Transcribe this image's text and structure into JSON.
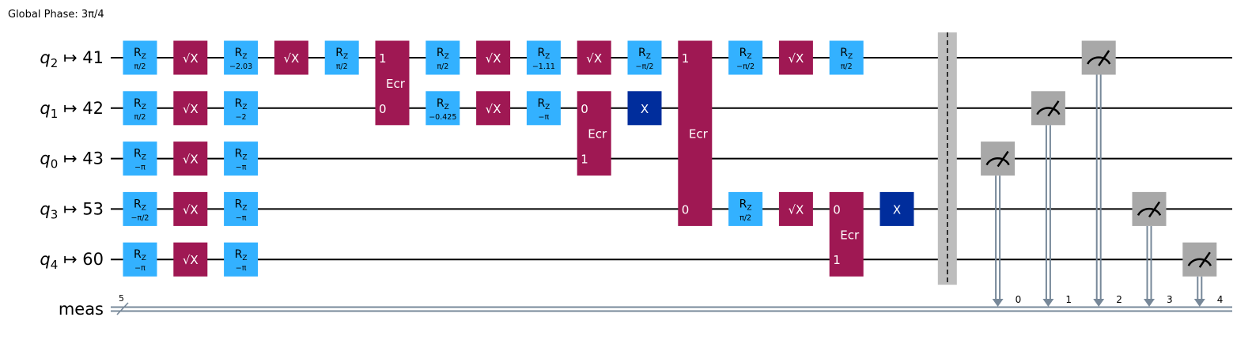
{
  "global_phase": "Global Phase: 3π/4",
  "colors": {
    "rz": "#33b1ff",
    "sx": "#9f1853",
    "ecr": "#9f1853",
    "x": "#002d9c",
    "measure": "#a8a8a8",
    "classical": "#778899",
    "barrier": "#bdbdbd",
    "wire": "#000000"
  },
  "qubits": [
    {
      "name": "q",
      "index": "2",
      "physical": "41"
    },
    {
      "name": "q",
      "index": "1",
      "physical": "42"
    },
    {
      "name": "q",
      "index": "0",
      "physical": "43"
    },
    {
      "name": "q",
      "index": "3",
      "physical": "53"
    },
    {
      "name": "q",
      "index": "4",
      "physical": "60"
    }
  ],
  "classical_register": {
    "name": "meas",
    "width": "5"
  },
  "gates": [
    {
      "type": "rz",
      "col": 0,
      "qubit": 0,
      "param": "π/2"
    },
    {
      "type": "rz",
      "col": 0,
      "qubit": 1,
      "param": "π/2"
    },
    {
      "type": "rz",
      "col": 0,
      "qubit": 2,
      "param": "−π"
    },
    {
      "type": "rz",
      "col": 0,
      "qubit": 3,
      "param": "−π/2"
    },
    {
      "type": "rz",
      "col": 0,
      "qubit": 4,
      "param": "−π"
    },
    {
      "type": "sx",
      "col": 1,
      "qubit": 0
    },
    {
      "type": "sx",
      "col": 1,
      "qubit": 1
    },
    {
      "type": "sx",
      "col": 1,
      "qubit": 2
    },
    {
      "type": "sx",
      "col": 1,
      "qubit": 3
    },
    {
      "type": "sx",
      "col": 1,
      "qubit": 4
    },
    {
      "type": "rz",
      "col": 2,
      "qubit": 0,
      "param": "−2.03"
    },
    {
      "type": "rz",
      "col": 2,
      "qubit": 1,
      "param": "−2"
    },
    {
      "type": "rz",
      "col": 2,
      "qubit": 2,
      "param": "−π"
    },
    {
      "type": "rz",
      "col": 2,
      "qubit": 3,
      "param": "−π"
    },
    {
      "type": "rz",
      "col": 2,
      "qubit": 4,
      "param": "−π"
    },
    {
      "type": "sx",
      "col": 3,
      "qubit": 0
    },
    {
      "type": "rz",
      "col": 4,
      "qubit": 0,
      "param": "π/2"
    },
    {
      "type": "ecr",
      "col": 5,
      "qubits": [
        0,
        1
      ],
      "label": "Ecr",
      "ports": [
        "1",
        "0"
      ]
    },
    {
      "type": "rz",
      "col": 6,
      "qubit": 0,
      "param": "π/2"
    },
    {
      "type": "rz",
      "col": 6,
      "qubit": 1,
      "param": "−0.425"
    },
    {
      "type": "sx",
      "col": 7,
      "qubit": 0
    },
    {
      "type": "sx",
      "col": 7,
      "qubit": 1
    },
    {
      "type": "rz",
      "col": 8,
      "qubit": 0,
      "param": "−1.11"
    },
    {
      "type": "rz",
      "col": 8,
      "qubit": 1,
      "param": "−π"
    },
    {
      "type": "sx",
      "col": 9,
      "qubit": 0
    },
    {
      "type": "ecr",
      "col": 9,
      "qubits": [
        1,
        2
      ],
      "label": "Ecr",
      "ports": [
        "0",
        "1"
      ]
    },
    {
      "type": "rz",
      "col": 10,
      "qubit": 0,
      "param": "−π/2"
    },
    {
      "type": "x",
      "col": 10,
      "qubit": 1,
      "label": "X"
    },
    {
      "type": "ecr",
      "col": 11,
      "qubits": [
        0,
        3
      ],
      "label": "Ecr",
      "ports": [
        "1",
        "0"
      ]
    },
    {
      "type": "rz",
      "col": 12,
      "qubit": 0,
      "param": "−π/2"
    },
    {
      "type": "rz",
      "col": 12,
      "qubit": 3,
      "param": "π/2"
    },
    {
      "type": "sx",
      "col": 13,
      "qubit": 0
    },
    {
      "type": "sx",
      "col": 13,
      "qubit": 3
    },
    {
      "type": "rz",
      "col": 14,
      "qubit": 0,
      "param": "π/2"
    },
    {
      "type": "ecr",
      "col": 14,
      "qubits": [
        3,
        4
      ],
      "label": "Ecr",
      "ports": [
        "0",
        "1"
      ]
    },
    {
      "type": "x",
      "col": 15,
      "qubit": 3,
      "label": "X"
    }
  ],
  "barrier": {
    "col": 16
  },
  "measurements": [
    {
      "col": 17,
      "qubit": 2,
      "bit": "0"
    },
    {
      "col": 18,
      "qubit": 1,
      "bit": "1"
    },
    {
      "col": 19,
      "qubit": 0,
      "bit": "2"
    },
    {
      "col": 20,
      "qubit": 3,
      "bit": "3"
    },
    {
      "col": 21,
      "qubit": 4,
      "bit": "4"
    }
  ],
  "rz_label": {
    "main": "R",
    "sub": "Z"
  },
  "sx_label": "√X"
}
